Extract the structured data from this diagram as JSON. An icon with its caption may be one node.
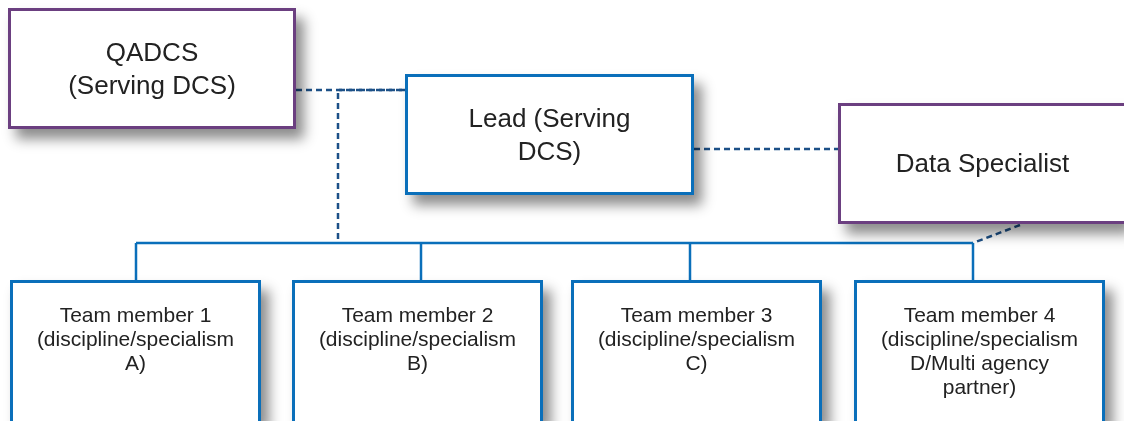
{
  "diagram": {
    "nodes": [
      {
        "text": [
          "QADCS (Serving DCS)"
        ]
      },
      {
        "text": [
          "Lead (Serving DCS)"
        ]
      },
      {
        "text": [
          "Data Specialist"
        ]
      },
      {
        "text": [
          "Team member 1",
          "(discipline/specialism A)"
        ]
      },
      {
        "text": [
          "Team member 2",
          "(discipline/specialism B)"
        ]
      },
      {
        "text": [
          "Team member 3",
          "(discipline/specialism C)"
        ]
      },
      {
        "text": [
          "Team member 4",
          "(discipline/specialism D/Multi agency partner)"
        ]
      }
    ],
    "edges": [
      {
        "from": 0,
        "to": 1,
        "arrow": "none",
        "style": "dashed",
        "color": "#1c5087"
      },
      {
        "from": 1,
        "to": 2,
        "arrow": "none",
        "style": "dashed",
        "color": "#1c5087"
      },
      {
        "from": 1,
        "to": 3,
        "arrow": "none"
      },
      {
        "from": 1,
        "to": 4,
        "arrow": "none"
      },
      {
        "from": 1,
        "to": 5,
        "arrow": "none"
      },
      {
        "from": 1,
        "to": 6,
        "arrow": "none"
      },
      {
        "from": 2,
        "to": 3,
        "arrow": "none"
      },
      {
        "from": 2,
        "to": 4,
        "arrow": "none"
      },
      {
        "from": 2,
        "to": 5,
        "arrow": "none"
      },
      {
        "from": 2,
        "to": 6,
        "arrow": "none"
      }
    ]
  }
}
